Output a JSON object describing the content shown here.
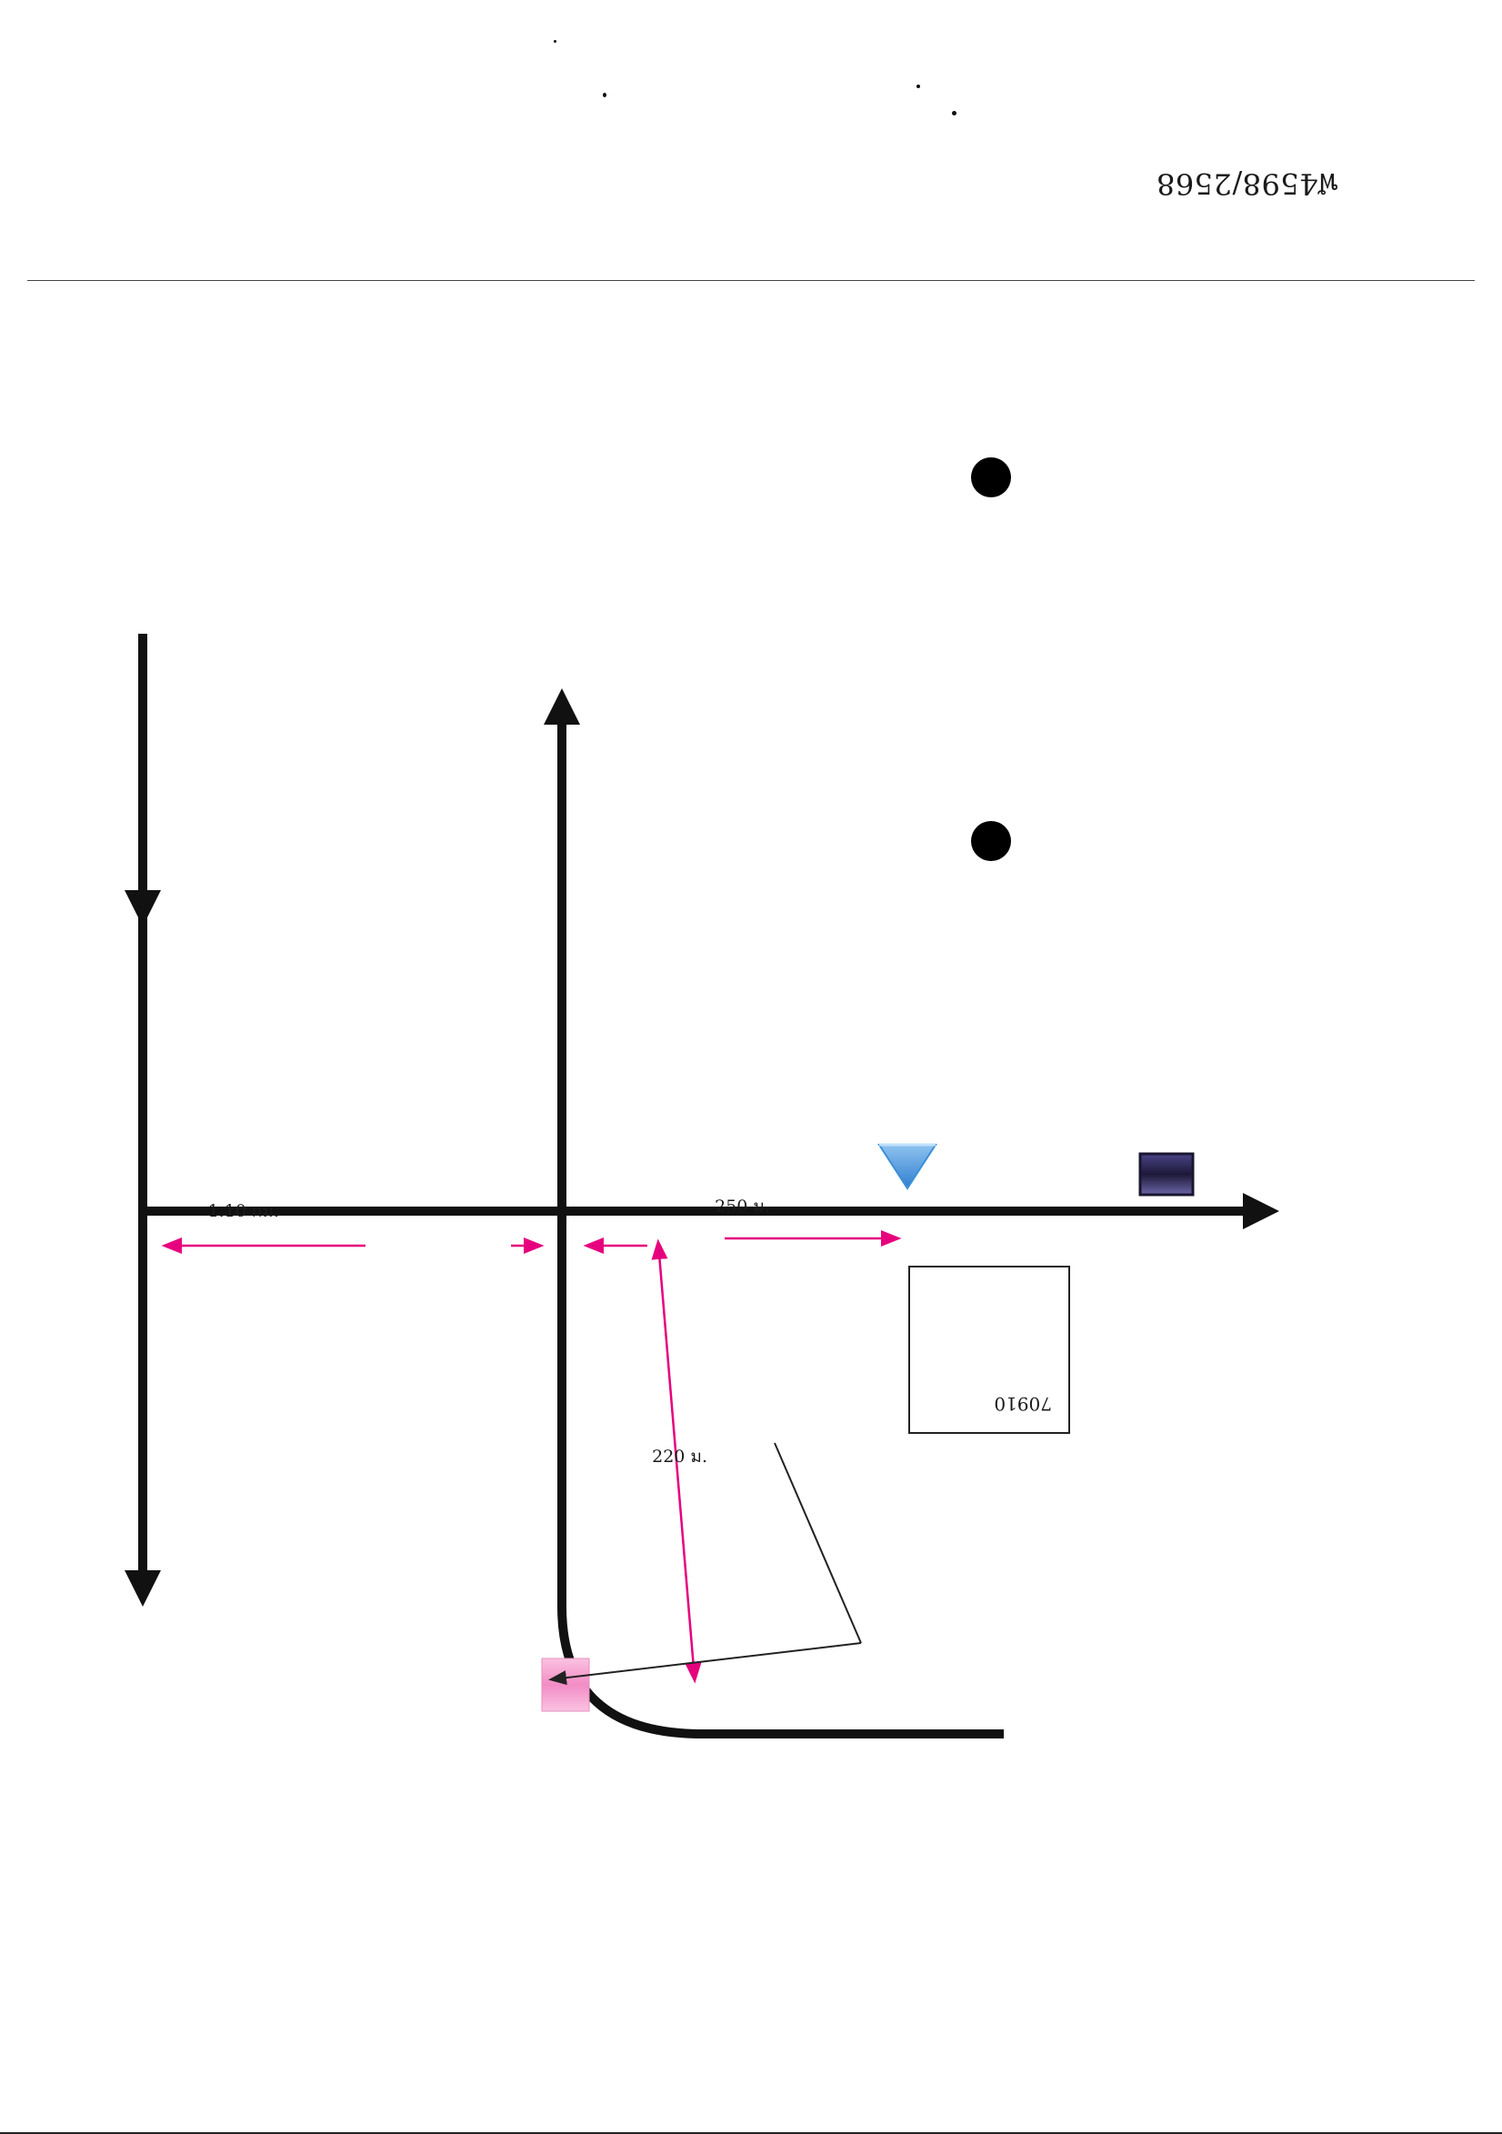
{
  "document": {
    "title_text": "",
    "title_number": "ฬ4598/2568",
    "signature_row": {
      "left": "",
      "middle": "",
      "right": ""
    },
    "signer_name": ""
  },
  "map": {
    "labels": {
      "top_left": "",
      "top_mid": "",
      "left_road": "",
      "bottom_left": "",
      "triangle_place": "",
      "square_place": ""
    },
    "distances": {
      "road_span": "1.10 กม.",
      "to_triangle": "250 ม.",
      "to_property": "220 ม."
    },
    "callout": {
      "line1": "",
      "line2": "",
      "postcode": "70910"
    },
    "colors": {
      "road": "#111111",
      "distance_arrow": "#e6007e",
      "triangle": "#3b8fd9",
      "square": "#2a2450",
      "property": "#f7a8d4"
    }
  }
}
